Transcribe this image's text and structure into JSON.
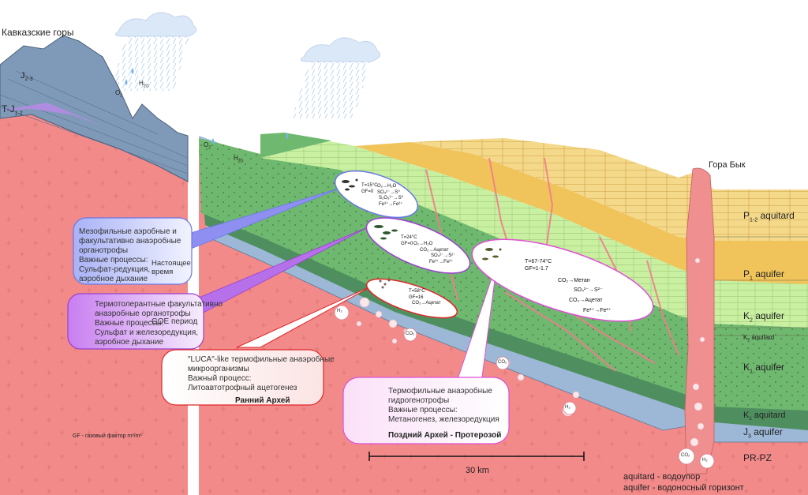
{
  "labels": {
    "caucasus": "Кавказские горы",
    "mount_byk": "Гора Бык",
    "j23": "J",
    "j23_sub": "2-3",
    "tj12": "T-J",
    "tj12_sub": "1-2",
    "o2_1": "O",
    "o2_1_sub": "2",
    "h2o_1": "H",
    "h2o_1_sub": "2O",
    "o2_2": "O",
    "o2_2_sub": "2",
    "h2o_2": "H",
    "h2o_2_sub": "2O",
    "gf_note": "GF - газовый фактор m³/m³",
    "scale": "30 km",
    "legend_aquitard": "aquitard - водоупор",
    "legend_aquifer": "aquifer - водоносный горизонт"
  },
  "layers": {
    "p12": "P",
    "p12_sub": "1-2",
    "p12_tail": " aquitard",
    "p1": "P",
    "p1_sub": "1",
    "p1_tail": " aquifer",
    "k2": "K",
    "k2_sub": "2",
    "k2_tail": " aquifer",
    "k2aqd": "K",
    "k2aqd_sub": "2",
    "k2aqd_tail": " aquitard",
    "k1": "K",
    "k1_sub": "1",
    "k1_tail": " aquifer",
    "k1aqd": "K",
    "k1aqd_sub": "1",
    "k1aqd_tail": " aquitard",
    "j3": "J",
    "j3_sub": "3",
    "j3_tail": " aquifer",
    "prpz": "PR-PZ"
  },
  "gases": {
    "h2": "H₂",
    "co2": "CO₂"
  },
  "ellipses": [
    {
      "lines": [
        "T=15°C",
        "GF=0",
        "O₂→H₂O",
        "SO₄²⁻→S⁰",
        "S₂O₃²⁻→S⁰",
        "Fe³⁺→Fe²⁺"
      ]
    },
    {
      "lines": [
        "T=24°C",
        "GF=0",
        "O₂→H₂O",
        "CO₂→Ацетат",
        "SO₄²⁻→S²⁻",
        "Fe³⁺→Fe²⁺"
      ]
    },
    {
      "lines": [
        "T=58°C",
        "GF=16",
        "CO₂→Ацетат"
      ]
    },
    {
      "lines": [
        "T=67-74°C",
        "GF=1-1.7",
        "CO₂→Метан",
        "SO₄²⁻→S²⁻",
        "CO₂→Ацетат",
        "Fe³⁺→Fe²⁺"
      ]
    }
  ],
  "callouts": [
    {
      "lines": [
        "Мезофильные аэробные и",
        "факультативно анаэробные",
        "органотрофы",
        "Важные процессы:",
        "Сульфат-редукция,",
        "аэробное дыхание"
      ],
      "era": "Настоящее время"
    },
    {
      "lines": [
        "Термотолерантные факультативно",
        "анаэробные органотрофы",
        "Важные процессы:",
        "Сульфат и железоредукция,",
        "аэробное дыхание"
      ],
      "era": "GOE период"
    },
    {
      "lines": [
        "\"LUCA\"-like термофильные анаэробные",
        "микроорганизмы",
        "Важный процесс:",
        "Литоавтотрофный ацетогенез"
      ],
      "era": "Ранний Архей"
    },
    {
      "lines": [
        "Термофильные анаэробные",
        "гидрогенотрофы",
        "Важные процессы:",
        "Метаногенез, железоредукция"
      ],
      "era": "Поздний Архей - Протерозой"
    }
  ],
  "colors": {
    "basement": "#f28a8a",
    "j3": "#9cb8d6",
    "k1aqd": "#4f8f5f",
    "k1": "#6fb86f",
    "k2": "#c8f0a0",
    "p1": "#f0c45a",
    "p12": "#f4d98a",
    "mountain": "#7f9ab8",
    "callout_blue": "#6a78e8",
    "callout_purple": "#9a3fd0",
    "callout_red": "#e02828",
    "callout_pink": "#e050d8"
  }
}
